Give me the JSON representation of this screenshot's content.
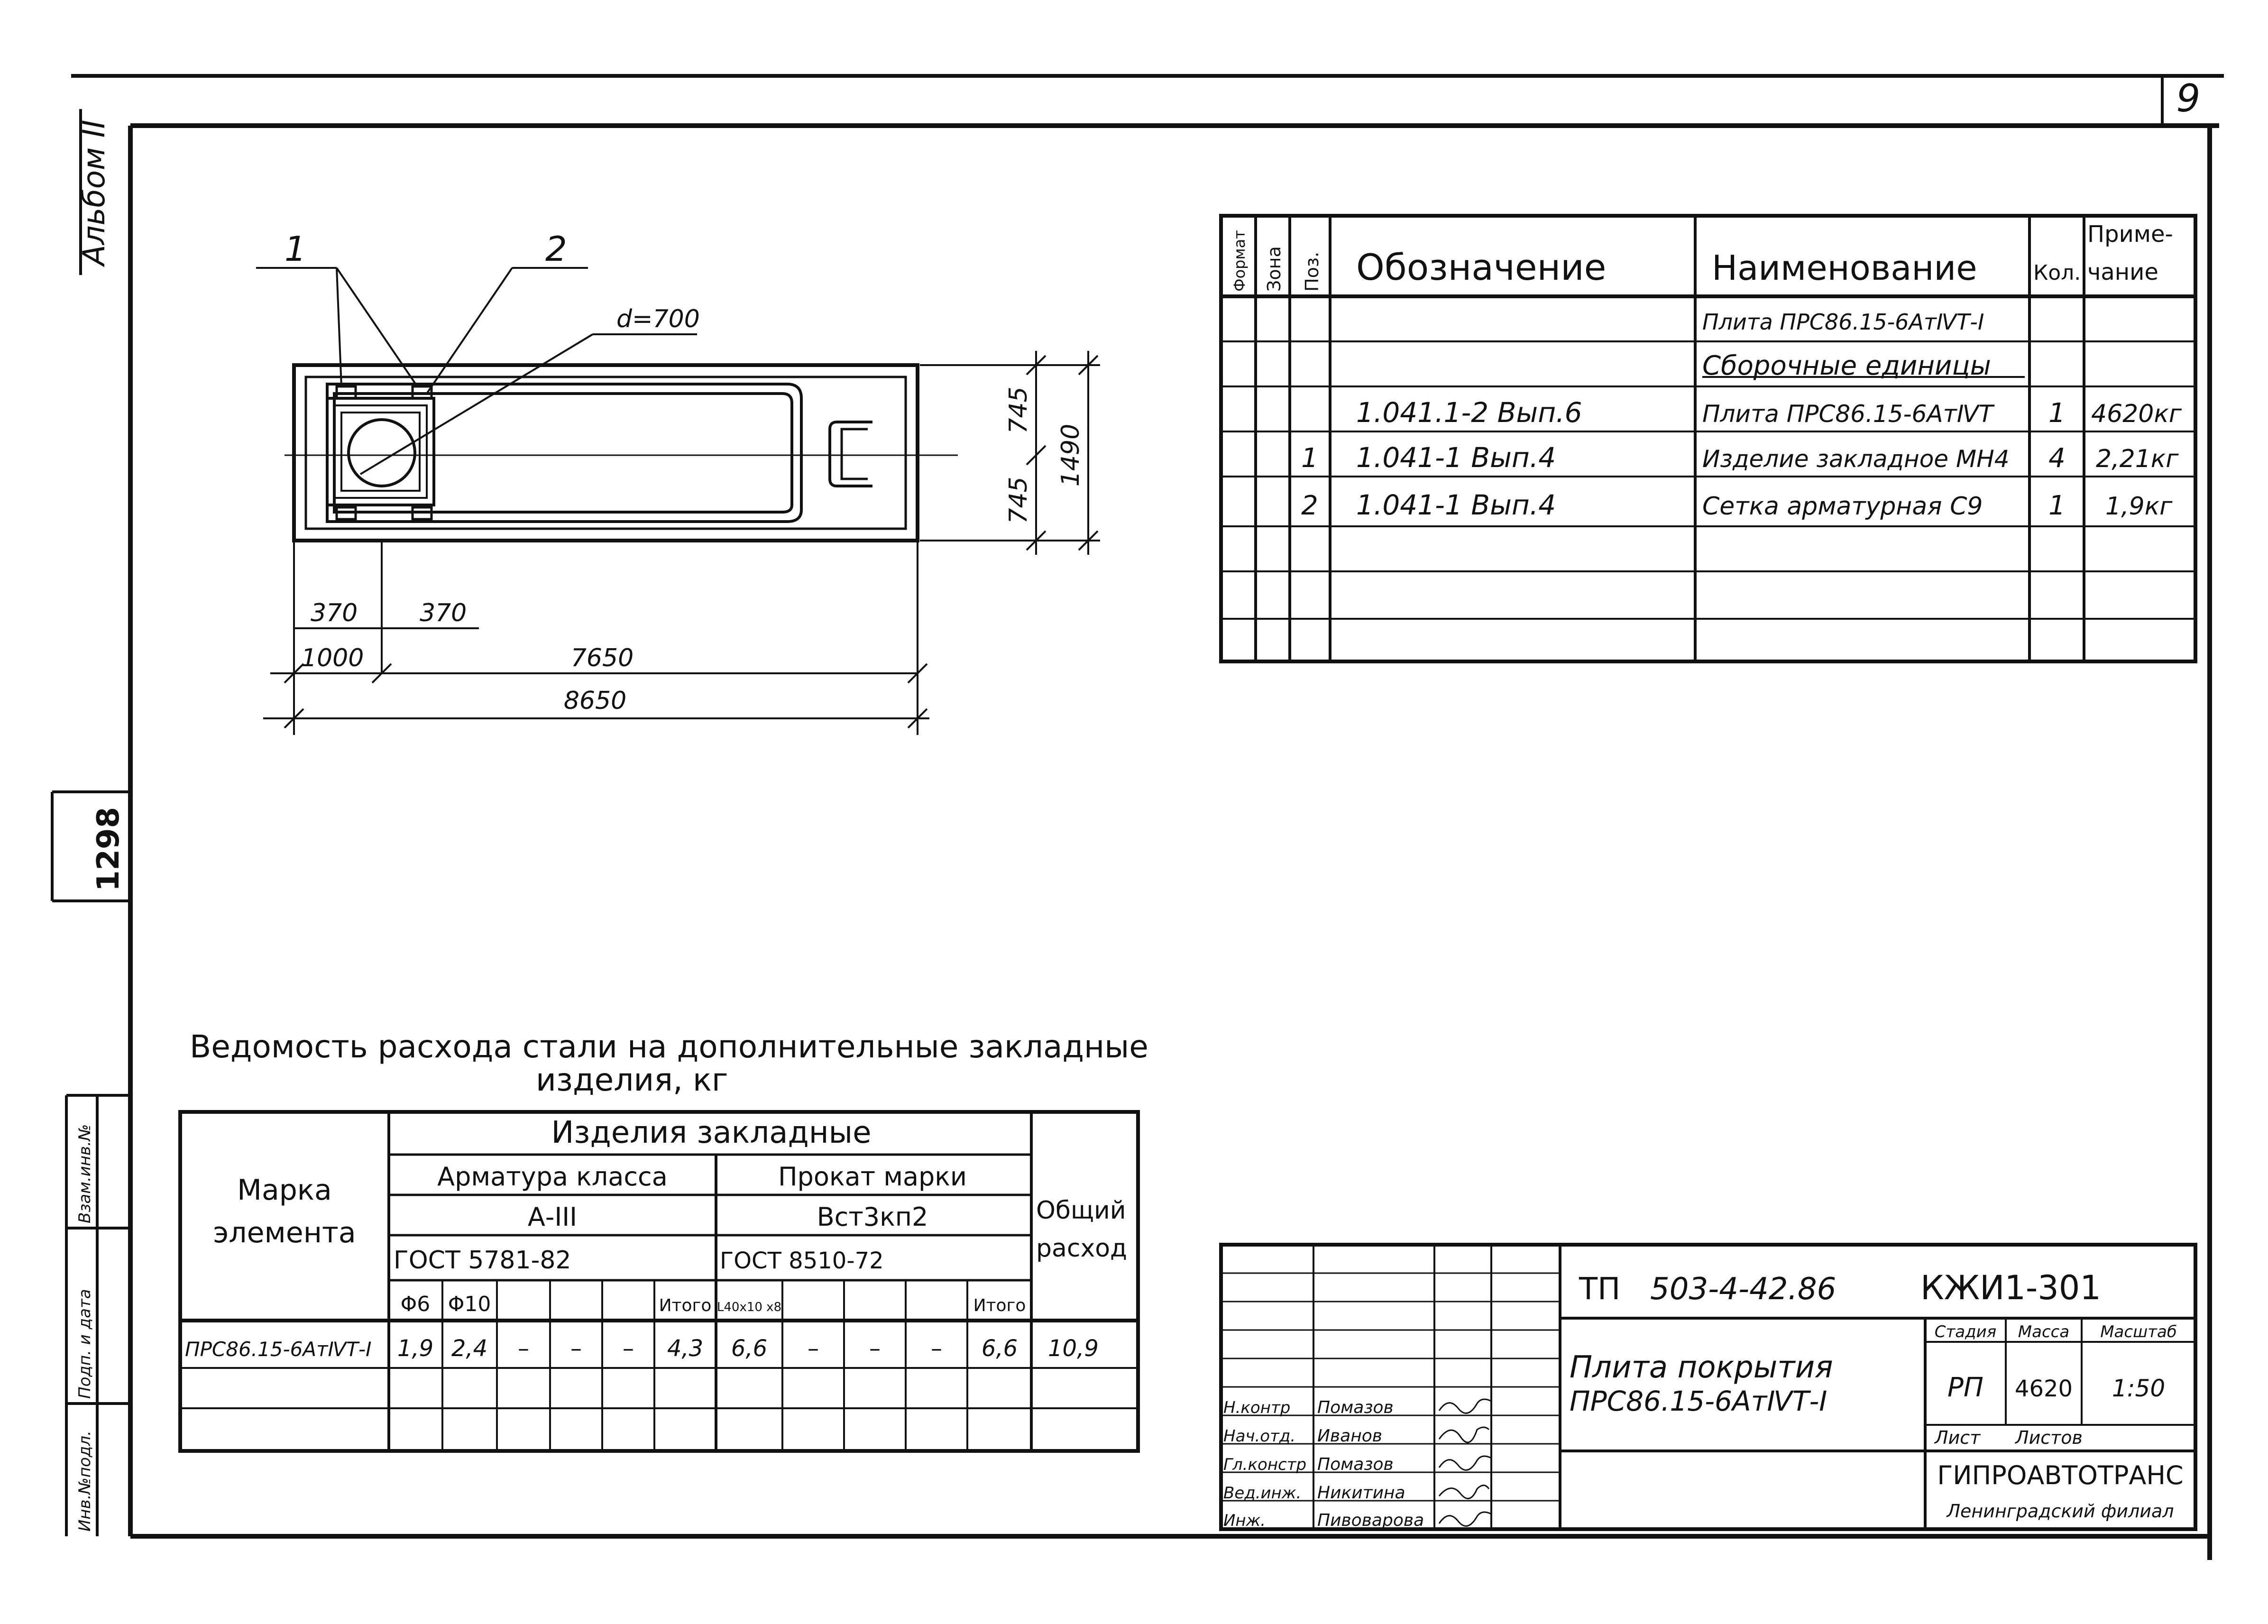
{
  "sheet": {
    "page_number": "9",
    "album_label": "Альбом II",
    "inventory_number": "1298",
    "margin_labels": [
      "Инв.№подл.",
      "Подп. и дата",
      "Взам.инв.№"
    ]
  },
  "drawing": {
    "leaders": [
      "1",
      "2"
    ],
    "diameter_label": "d=700",
    "dimensions": {
      "half_height_top": "745",
      "half_height_bottom": "745",
      "total_height": "1490",
      "offset_left": "370",
      "offset_right": "370",
      "segment_1": "1000",
      "segment_2": "7650",
      "total_length": "8650"
    }
  },
  "spec_table": {
    "headers": {
      "format": "Формат",
      "zone": "Зона",
      "pos": "Поз.",
      "designation": "Обозначение",
      "name": "Наименование",
      "qty": "Кол.",
      "note": "Приме-\nчание"
    },
    "rows": [
      {
        "pos": "",
        "designation": "",
        "name": "Плита ПРС86.15-6АтⅣТ-I",
        "qty": "",
        "note": ""
      },
      {
        "pos": "",
        "designation": "",
        "name": "Сборочные единицы",
        "qty": "",
        "note": ""
      },
      {
        "pos": "",
        "designation": "1.041.1-2 Вып.6",
        "name": "Плита ПРС86.15-6АтⅣТ",
        "qty": "1",
        "note": "4620кг"
      },
      {
        "pos": "1",
        "designation": "1.041-1 Вып.4",
        "name": "Изделие закладное МН4",
        "qty": "4",
        "note": "2,21кг"
      },
      {
        "pos": "2",
        "designation": "1.041-1 Вып.4",
        "name": "Сетка арматурная С9",
        "qty": "1",
        "note": "1,9кг"
      },
      {
        "pos": "",
        "designation": "",
        "name": "",
        "qty": "",
        "note": ""
      },
      {
        "pos": "",
        "designation": "",
        "name": "",
        "qty": "",
        "note": ""
      },
      {
        "pos": "",
        "designation": "",
        "name": "",
        "qty": "",
        "note": ""
      }
    ]
  },
  "steel_table": {
    "title_line1": "Ведомость расхода стали на дополнительные закладные",
    "title_line2": "изделия, кг",
    "header_mark": "Марка элемента",
    "header_group": "Изделия закладные",
    "header_rebar": "Арматура класса",
    "header_rolled": "Прокат марки",
    "rebar_class": "А-III",
    "rolled_grade": "Вст3кп2",
    "rebar_gost": "ГОСТ 5781-82",
    "rolled_gost": "ГОСТ 8510-72",
    "header_total": "Общий расход",
    "subheaders": [
      "Φ6",
      "Φ10",
      "",
      "",
      "",
      "Итого",
      "L40x10 x8",
      "",
      "",
      "",
      "Итого"
    ],
    "rows": [
      {
        "mark": "ПРС86.15-6АтⅣТ-I",
        "cells": [
          "1,9",
          "2,4",
          "–",
          "–",
          "–",
          "4,3",
          "6,6",
          "–",
          "–",
          "–",
          "6,6"
        ],
        "total": "10,9"
      },
      {
        "mark": "",
        "cells": [
          "",
          "",
          "",
          "",
          "",
          "",
          "",
          "",
          "",
          "",
          ""
        ],
        "total": ""
      },
      {
        "mark": "",
        "cells": [
          "",
          "",
          "",
          "",
          "",
          "",
          "",
          "",
          "",
          "",
          ""
        ],
        "total": ""
      }
    ]
  },
  "title_block": {
    "code_prefix": "ТП",
    "code": "503-4-42.86",
    "sheet_code": "КЖИ1-301",
    "title_line1": "Плита покрытия",
    "title_line2": "ПРС86.15-6АтⅣТ-I",
    "stage_label": "Стадия",
    "mass_label": "Масса",
    "scale_label": "Масштаб",
    "stage": "РП",
    "mass": "4620",
    "scale": "1:50",
    "sheet_label": "Лист",
    "sheets_label": "Листов",
    "org": "ГИПРОАВТОТРАНС",
    "branch": "Ленинградский филиал",
    "roles": [
      {
        "role": "Н.контр",
        "name": "Помазов"
      },
      {
        "role": "Нач.отд.",
        "name": "Иванов"
      },
      {
        "role": "Гл.констр",
        "name": "Помазов"
      },
      {
        "role": "Вед.инж.",
        "name": "Никитина"
      },
      {
        "role": "Инж.",
        "name": "Пивоварова"
      }
    ]
  }
}
